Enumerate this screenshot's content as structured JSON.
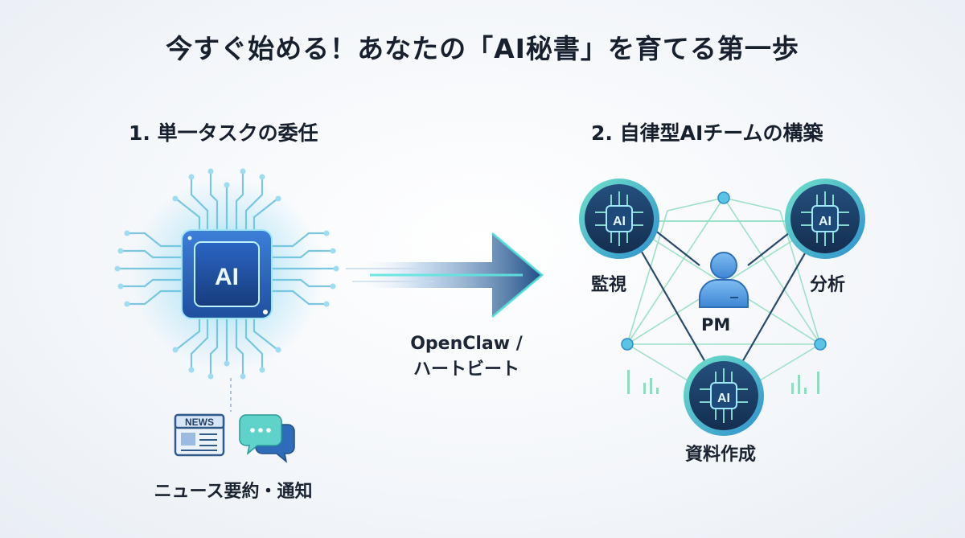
{
  "title": "今すぐ始める！あなたの「AI秘書」を育てる第一歩",
  "steps": {
    "step1": {
      "heading": "1. 単一タスクの委任",
      "chip_text": "AI",
      "news_icon_text": "NEWS",
      "task_label": "ニュース要約・通知"
    },
    "arrow": {
      "line1": "OpenClaw /",
      "line2": "ハートビート"
    },
    "step2": {
      "heading": "2. 自律型AIチームの構築",
      "node_chip_text": "AI",
      "nodes": {
        "monitor": "監視",
        "analysis": "分析",
        "pm": "PM",
        "docs": "資料作成"
      }
    }
  },
  "colors": {
    "chip_blue": "#2b6fd6",
    "teal": "#3fc7c0",
    "navy": "#1d3a5e",
    "network_green": "#7fd3b6"
  },
  "icons": [
    "cpu-chip-icon",
    "newspaper-icon",
    "chat-bubbles-icon",
    "arrow-right-icon",
    "person-icon"
  ]
}
